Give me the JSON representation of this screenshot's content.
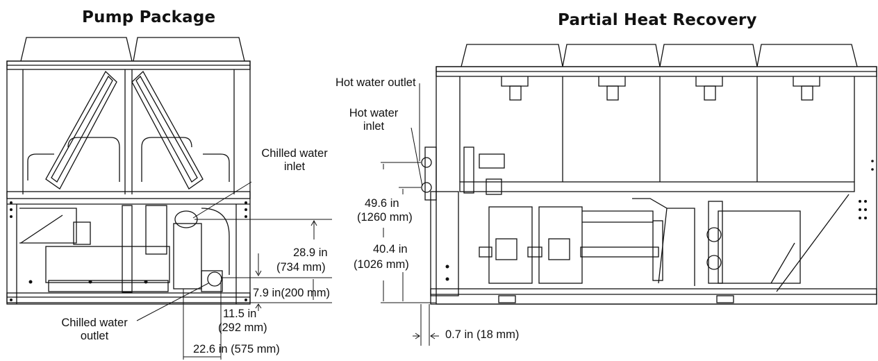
{
  "pump_package": {
    "title": "Pump Package",
    "labels": {
      "chilled_inlet_1": "Chilled water",
      "chilled_inlet_2": "inlet",
      "chilled_outlet_1": "Chilled water",
      "chilled_outlet_2": "outlet",
      "dim_28_9": "28.9 in",
      "dim_734": "(734 mm)",
      "dim_7_9": "7.9 in(200 mm)",
      "dim_11_5": "11.5 in",
      "dim_292": "(292 mm)",
      "dim_22_6": "22.6 in (575 mm)"
    }
  },
  "partial_heat_recovery": {
    "title": "Partial Heat Recovery",
    "labels": {
      "hot_outlet": "Hot water outlet",
      "hot_inlet_1": "Hot water",
      "hot_inlet_2": "inlet",
      "dim_49_6": "49.6 in",
      "dim_1260": "(1260 mm)",
      "dim_40_4": "40.4 in",
      "dim_1026": "(1026 mm)",
      "dim_0_7": "0.7 in (18 mm)"
    }
  }
}
